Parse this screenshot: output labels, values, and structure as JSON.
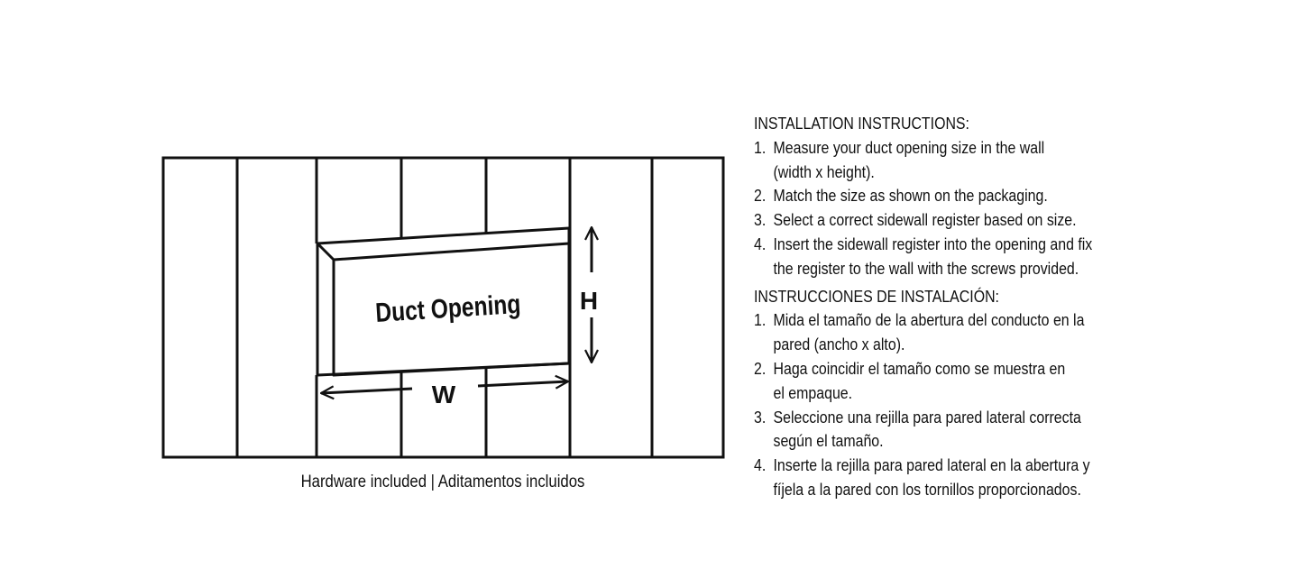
{
  "diagram": {
    "duct_label": "Duct Opening",
    "height_label": "H",
    "width_label": "W",
    "stroke_color": "#111111"
  },
  "caption": "Hardware included | Aditamentos incluidos",
  "instructions": {
    "english": {
      "heading": "INSTALLATION INSTRUCTIONS:",
      "steps": [
        {
          "num": "1.",
          "lines": [
            "Measure your duct opening size in the wall",
            "(width x height)."
          ]
        },
        {
          "num": "2.",
          "lines": [
            "Match the size as shown on the packaging."
          ]
        },
        {
          "num": "3.",
          "lines": [
            "Select a correct sidewall register based on size."
          ]
        },
        {
          "num": "4.",
          "lines": [
            "Insert the sidewall register into the opening and fix",
            "the register to the wall with the screws provided."
          ]
        }
      ]
    },
    "spanish": {
      "heading": "INSTRUCCIONES DE INSTALACIÓN:",
      "steps": [
        {
          "num": "1.",
          "lines": [
            "Mida el tamaño de la abertura del conducto en la",
            "pared (ancho x alto)."
          ]
        },
        {
          "num": "2.",
          "lines": [
            "Haga coincidir el tamaño como se muestra en",
            "el empaque."
          ]
        },
        {
          "num": "3.",
          "lines": [
            "Seleccione una rejilla para pared lateral correcta",
            "según el tamaño."
          ]
        },
        {
          "num": "4.",
          "lines": [
            "Inserte la rejilla para pared lateral en la abertura y",
            "fíjela a la pared con los tornillos proporcionados."
          ]
        }
      ]
    }
  }
}
